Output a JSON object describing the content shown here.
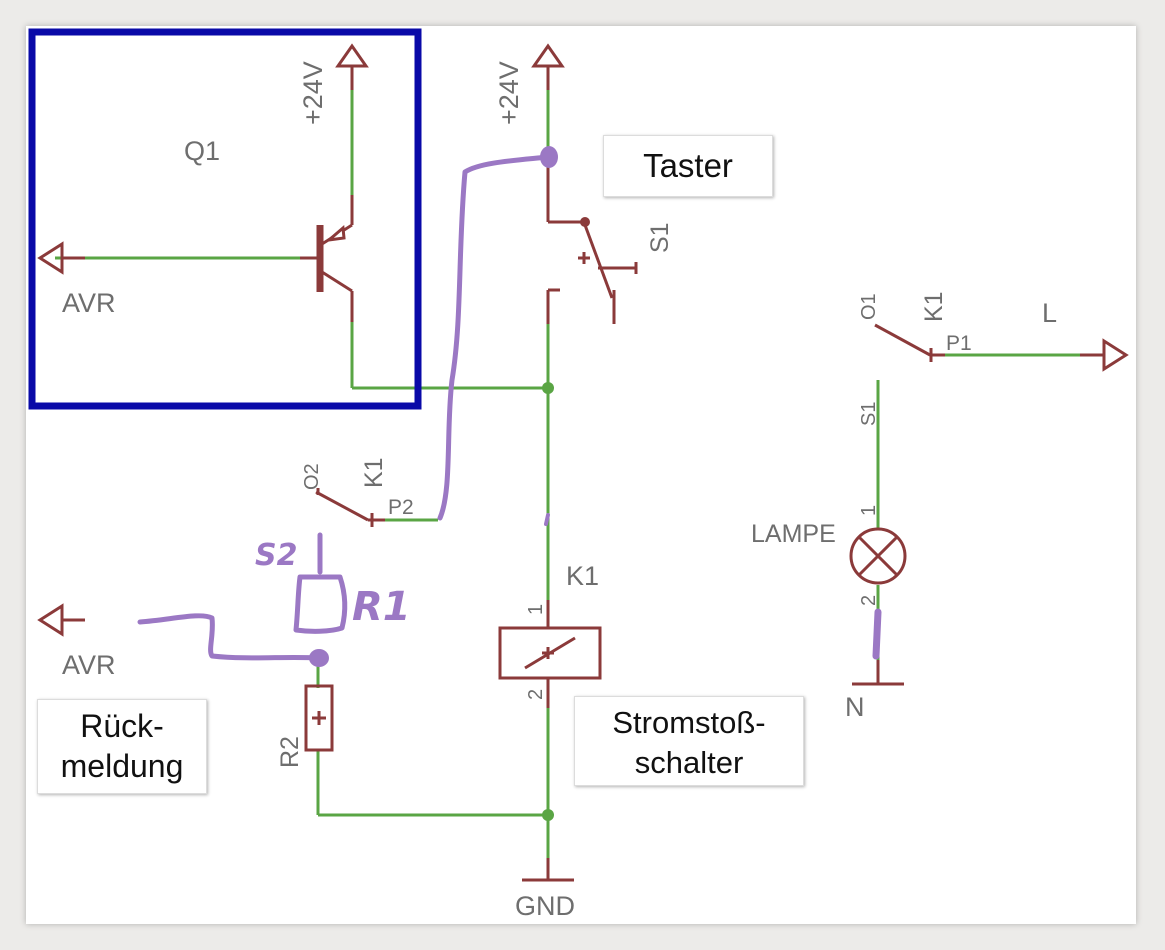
{
  "diagram": {
    "labels": {
      "supply_q1": "+24V",
      "supply_taster": "+24V",
      "q1": "Q1",
      "avr_top": "AVR",
      "avr_bottom": "AVR",
      "switch_s1": "S1",
      "relay_contact_o2": "O2",
      "relay_contact_k1_left": "K1",
      "relay_contact_p2": "P2",
      "relay_k1": "K1",
      "coil_pin1": "1",
      "coil_pin2": "2",
      "r2": "R2",
      "gnd": "GND",
      "hand_s2": "S2",
      "hand_r1": "R1",
      "relay_contact_o1": "O1",
      "relay_contact_k1_right": "K1",
      "relay_contact_p1": "P1",
      "line_l": "L",
      "lamp_s1": "S1",
      "lamp_pin1": "1",
      "lamp": "LAMPE",
      "lamp_pin2": "2",
      "neutral": "N"
    },
    "callouts": {
      "taster": "Taster",
      "rueckmeldung_1": "Rück-",
      "rueckmeldung_2": "meldung",
      "stromstoss_1": "Stromstoß-",
      "stromstoss_2": "schalter"
    },
    "colors": {
      "wire": "#5aa544",
      "component": "#8b3a3a",
      "highlight_box": "#0a0aa8",
      "hand_drawn": "#9b78c4",
      "label_grey": "#6e6e6e"
    }
  }
}
